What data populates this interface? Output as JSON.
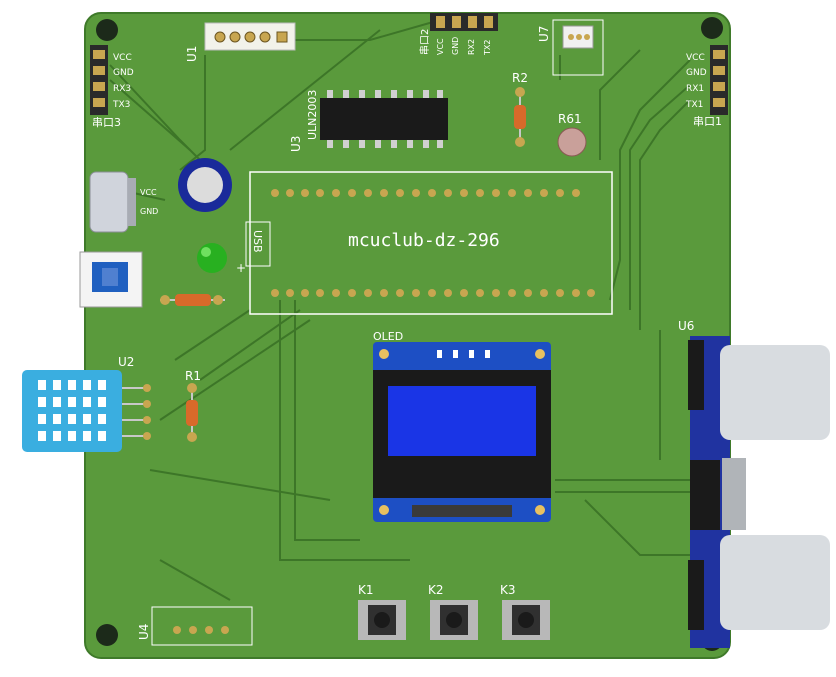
{
  "colors": {
    "board": "#5a9a3c",
    "board_edge": "#3f7a2a",
    "trace": "#46802e",
    "silk": "#ffffff",
    "pad": "#c8a650",
    "oled_blue": "#1a35e6",
    "sensor_blue": "#3aaee0",
    "ultrasonic": "#2033a0",
    "led_green": "#28b020"
  },
  "labels": {
    "u1": "U1",
    "u2": "U2",
    "u3": "U3",
    "u3_part": "ULN2003",
    "u4": "U4",
    "u6": "U6",
    "u7": "U7",
    "r1": "R1",
    "r2": "R2",
    "r61": "R61",
    "k1": "K1",
    "k2": "K2",
    "k3": "K3",
    "oled": "OLED",
    "usb": "USB",
    "board_name": "mcuclub-dz-296",
    "port3": "串口3",
    "port2": "串口2",
    "port1": "串口1",
    "vcc": "VCC",
    "gnd": "GND",
    "rx3": "RX3",
    "tx3": "TX3",
    "rx2": "RX2",
    "tx2": "TX2",
    "rx1": "RX1",
    "tx1": "TX1",
    "plus": "+"
  }
}
